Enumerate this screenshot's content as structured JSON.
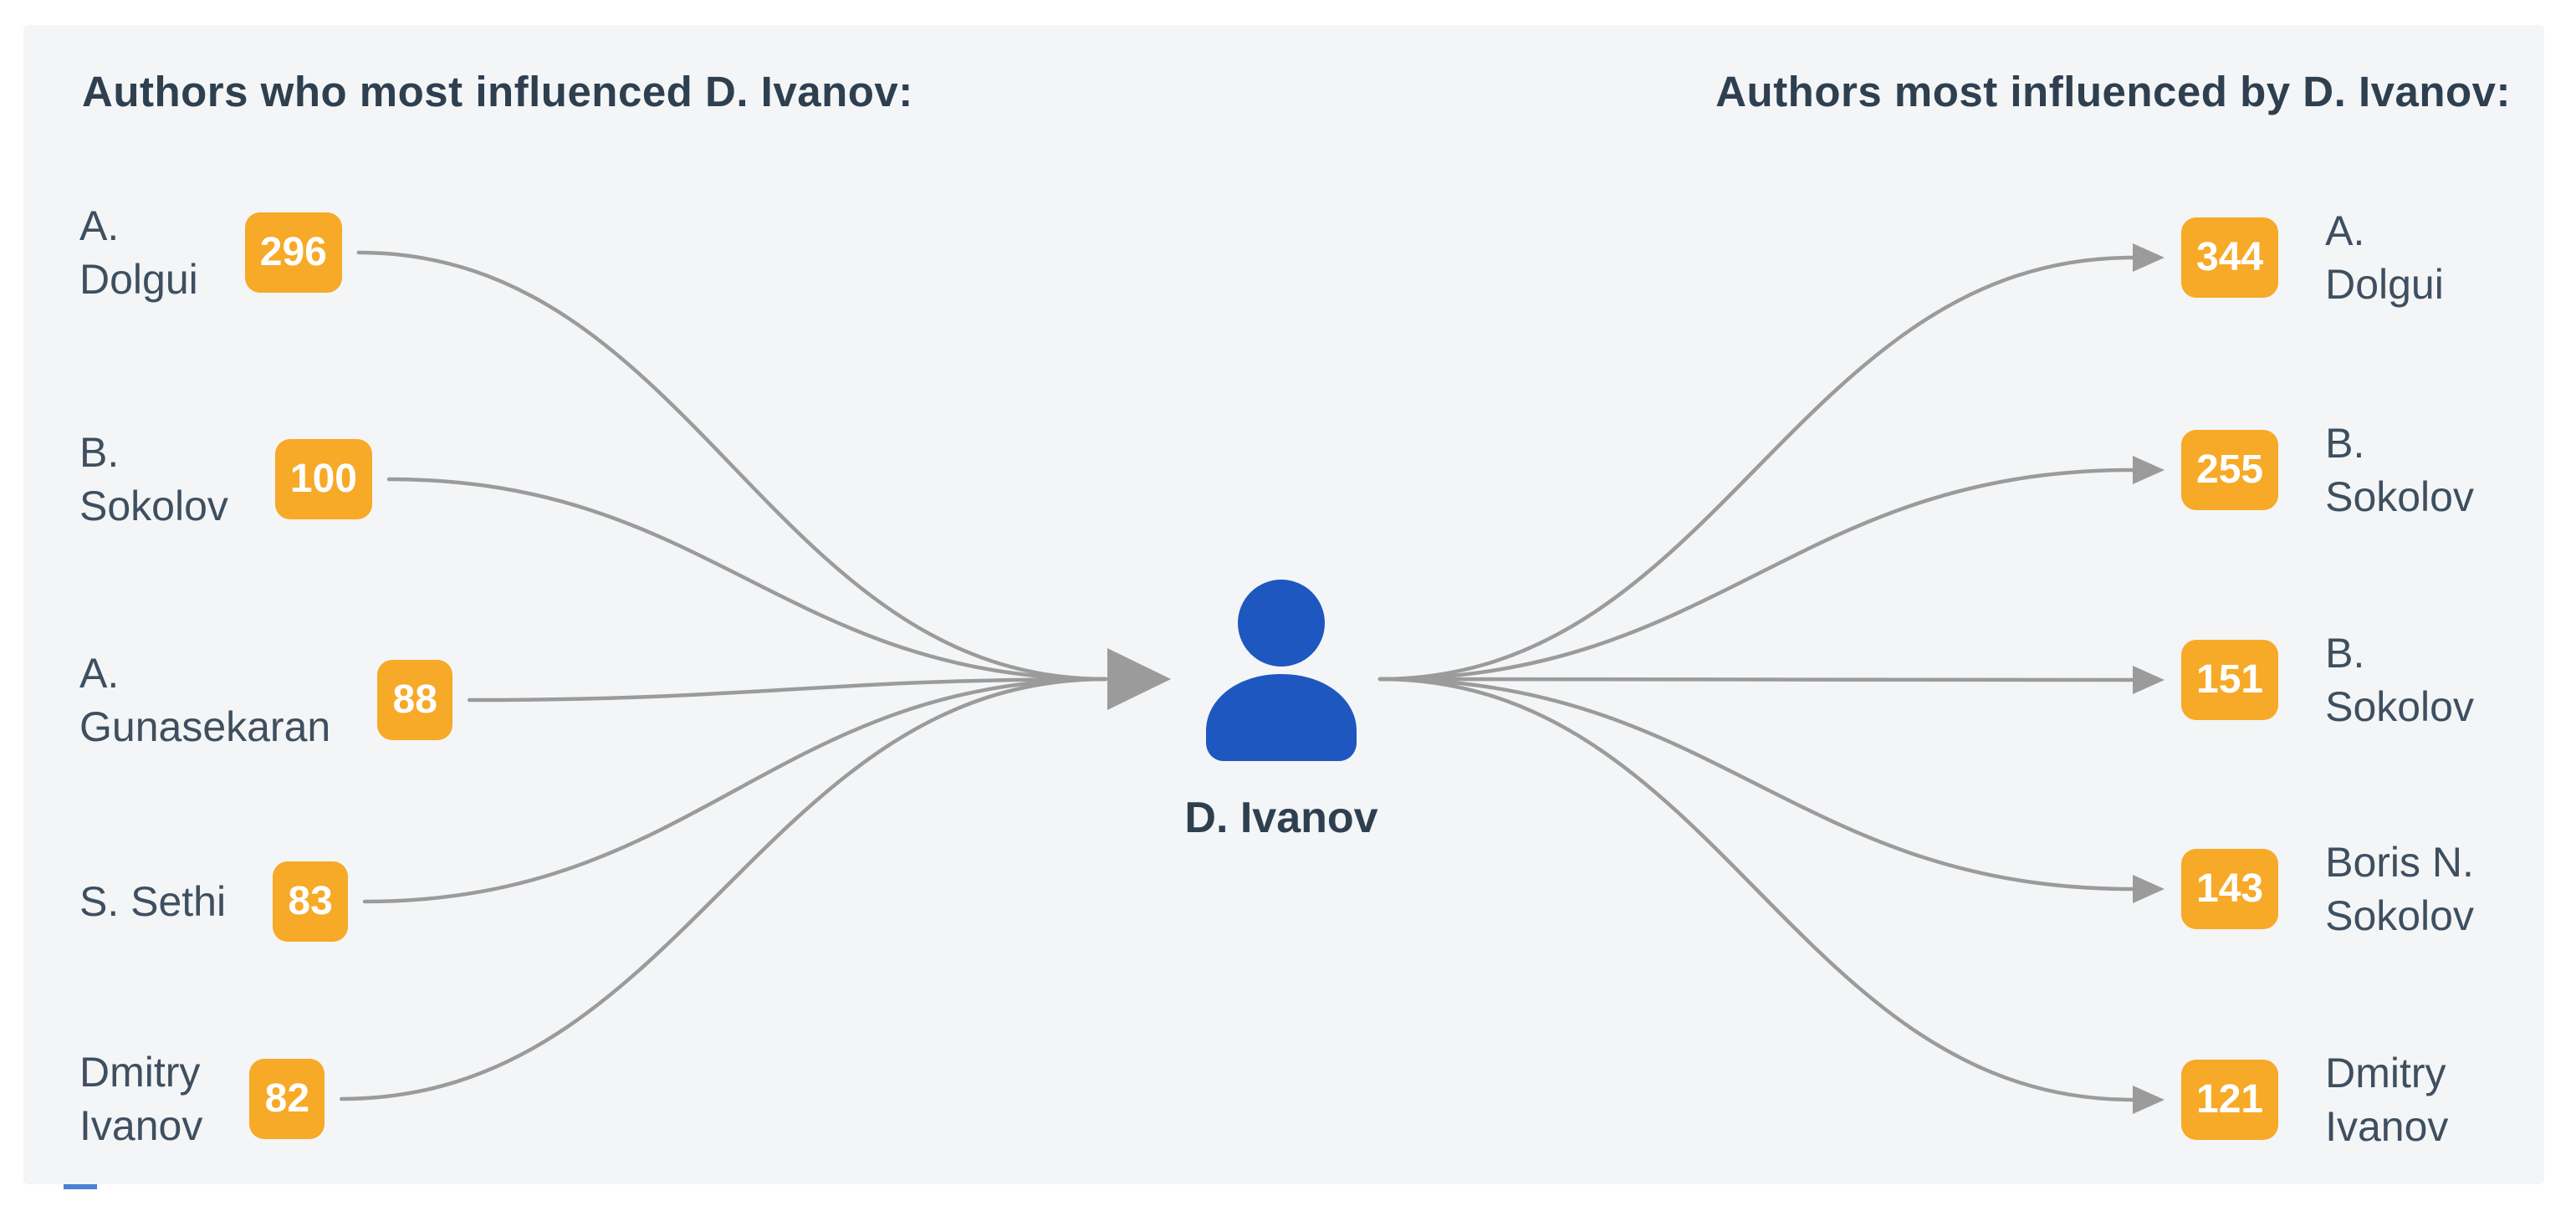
{
  "panel": {
    "background": "#f3f5f7"
  },
  "colors": {
    "page_bg": "#ffffff",
    "badge_bg": "#f7a928",
    "badge_text": "#ffffff",
    "link_line": "#9b9b9b",
    "name_text": "#3e4f5f",
    "header_text": "#2e4050",
    "center_icon_blue": "#1e57bf"
  },
  "headers": {
    "left": "Authors who most influenced D. Ivanov:",
    "right": "Authors most influenced by D. Ivanov:"
  },
  "center_author": {
    "name": "D. Ivanov",
    "icon": "person-icon"
  },
  "influencers": [
    {
      "name": "A.\nDolgui",
      "count": "296"
    },
    {
      "name": "B.\nSokolov",
      "count": "100"
    },
    {
      "name": "A.\nGunasekaran",
      "count": "88"
    },
    {
      "name": "S. Sethi",
      "count": "83"
    },
    {
      "name": "Dmitry\nIvanov",
      "count": "82"
    }
  ],
  "influenced": [
    {
      "name": "A.\nDolgui",
      "count": "344"
    },
    {
      "name": "B.\nSokolov",
      "count": "255"
    },
    {
      "name": "B.\nSokolov",
      "count": "151"
    },
    {
      "name": "Boris N.\nSokolov",
      "count": "143"
    },
    {
      "name": "Dmitry\nIvanov",
      "count": "121"
    }
  ],
  "chart_data": {
    "type": "flow-diagram",
    "center": "D. Ivanov",
    "incoming": [
      {
        "label": "A. Dolgui",
        "value": 296
      },
      {
        "label": "B. Sokolov",
        "value": 100
      },
      {
        "label": "A. Gunasekaran",
        "value": 88
      },
      {
        "label": "S. Sethi",
        "value": 83
      },
      {
        "label": "Dmitry Ivanov",
        "value": 82
      }
    ],
    "outgoing": [
      {
        "label": "A. Dolgui",
        "value": 344
      },
      {
        "label": "B. Sokolov",
        "value": 255
      },
      {
        "label": "B. Sokolov",
        "value": 151
      },
      {
        "label": "Boris N. Sokolov",
        "value": 143
      },
      {
        "label": "Dmitry Ivanov",
        "value": 121
      }
    ]
  }
}
